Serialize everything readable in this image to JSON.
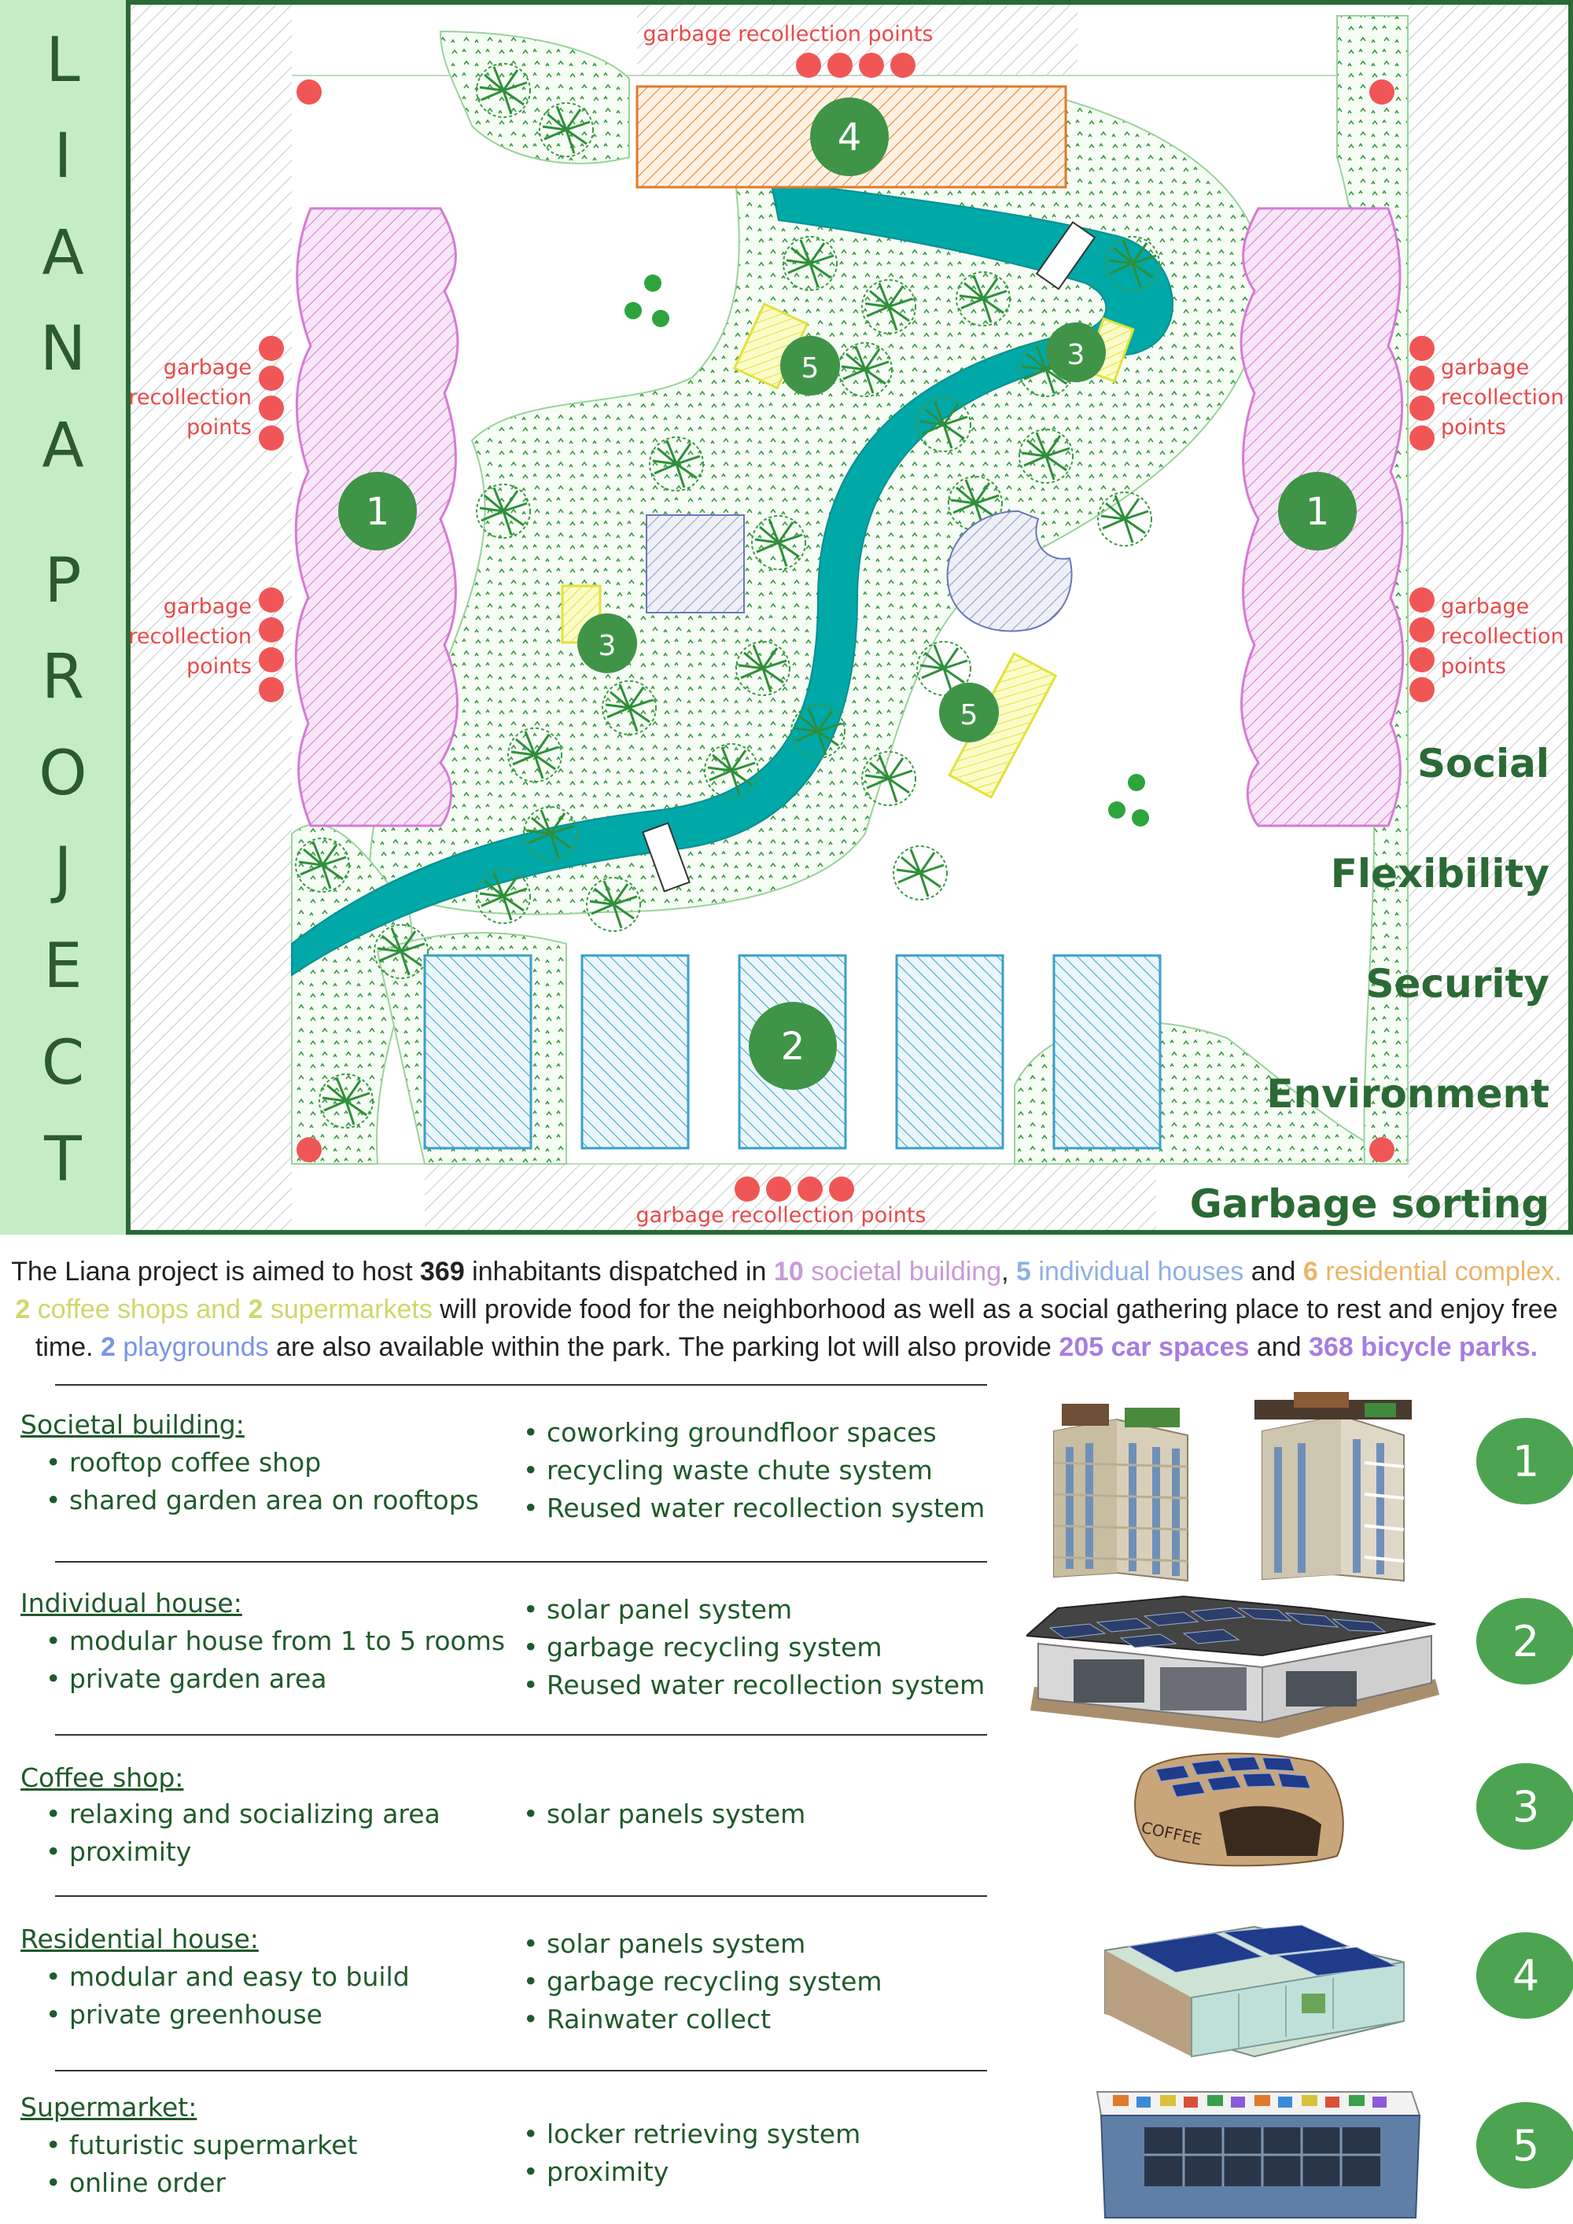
{
  "sidebar": {
    "title_letters": [
      "L",
      "I",
      "A",
      "N",
      "A",
      "P",
      "R",
      "O",
      "J",
      "E",
      "C",
      "T"
    ]
  },
  "plan": {
    "garbage_label_single": "garbage recollection points",
    "garbage_label_lines": [
      "garbage",
      "recollection",
      "points"
    ],
    "zone_numbers": {
      "n1": "1",
      "n2": "2",
      "n3": "3",
      "n4": "4",
      "n5": "5"
    },
    "values": [
      "Social",
      "Flexibility",
      "Security",
      "Environment",
      "Garbage sorting"
    ]
  },
  "intro": {
    "p1": "The Liana project is aimed to host ",
    "n_inhabitants": "369",
    "p2": " inhabitants dispatched in ",
    "n_soc": "10",
    "soc": " societal building",
    "comma": ", ",
    "n_ind": "5",
    "ind": " individual houses",
    "and1": " and ",
    "n_res": "6",
    "res": " residential complex.",
    "n_coffee": "2",
    "coffee": " coffee shops and ",
    "n_super": "2",
    "super": " supermarkets",
    "p3": " will provide food for the neighborhood as well as a social gathering place to rest and enjoy free time. ",
    "n_play": "2",
    "play": " playgrounds",
    "p4": " are also available within the park. The parking lot will also provide ",
    "car": "205 car spaces",
    "and2": " and ",
    "bike": "368 bicycle parks."
  },
  "sections": [
    {
      "title": "Societal building:",
      "left": [
        "• rooftop coffee shop",
        "• shared garden area on rooftops"
      ],
      "right": [
        "• coworking groundfloor spaces",
        "• recycling waste chute system",
        "• Reused water recollection system"
      ],
      "num": "1"
    },
    {
      "title": "Individual house:",
      "left": [
        "• modular house from 1 to 5 rooms",
        "• private garden area"
      ],
      "right": [
        "• solar panel system",
        "• garbage recycling system",
        "• Reused water recollection system"
      ],
      "num": "2"
    },
    {
      "title": "Coffee shop:",
      "left": [
        "• relaxing and socializing area",
        "• proximity"
      ],
      "right": [
        "•  solar panels system"
      ],
      "num": "3"
    },
    {
      "title": "Residential house:",
      "left": [
        "• modular and easy to build",
        "• private greenhouse"
      ],
      "right": [
        "• solar panels system",
        "• garbage recycling system",
        "• Rainwater collect"
      ],
      "num": "4"
    },
    {
      "title": "Supermarket:",
      "left": [
        "• futuristic supermarket",
        "• online order"
      ],
      "right": [
        "• locker retrieving system",
        "• proximity"
      ],
      "num": "5"
    }
  ],
  "illus": {
    "coffee_sign": "COFFEE"
  },
  "colors": {
    "dark_green": "#2b6a35",
    "circle_green": "#4ca450",
    "river": "#00a8a8",
    "garbage_red": "#f15656",
    "societal_pink": "#d77ad6",
    "residential_orange": "#e07a2a",
    "house_blue": "#3aa0c8",
    "shop_yellow": "#e2e23a"
  }
}
